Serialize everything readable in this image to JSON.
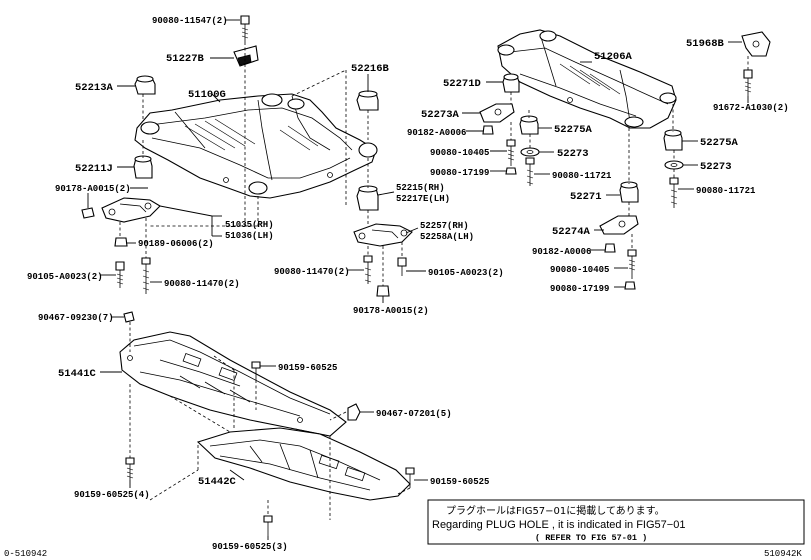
{
  "labels": {
    "l_90080_11547": "90080-11547(2)",
    "l_51227B": "51227B",
    "l_52213A": "52213A",
    "l_51100G": "51100G",
    "l_52216B": "52216B",
    "l_52211J": "52211J",
    "l_90178_a": "90178-A0015(2)",
    "l_51035": "51035(RH)",
    "l_51036": "51036(LH)",
    "l_90189": "90189-06006(2)",
    "l_90105_a": "90105-A0023(2)",
    "l_90080_11470a": "90080-11470(2)",
    "l_52215": "52215(RH)",
    "l_52217E": "52217E(LH)",
    "l_52257": "52257(RH)",
    "l_52258A": "52258A(LH)",
    "l_90080_11470b": "90080-11470(2)",
    "l_90105_b": "90105-A0023(2)",
    "l_90178_b": "90178-A0015(2)",
    "l_51206A": "51206A",
    "l_51968B": "51968B",
    "l_91672": "91672-A1030(2)",
    "l_52271D": "52271D",
    "l_52273A": "52273A",
    "l_90182_a": "90182-A0006",
    "l_52275A_a": "52275A",
    "l_90080_10405a": "90080-10405",
    "l_52273_a": "52273",
    "l_90080_17199a": "90080-17199",
    "l_90080_11721a": "90080-11721",
    "l_52275A_b": "52275A",
    "l_52273_b": "52273",
    "l_52271": "52271",
    "l_90080_11721b": "90080-11721",
    "l_52274A": "52274A",
    "l_90182_b": "90182-A0006",
    "l_90080_10405b": "90080-10405",
    "l_90080_17199b": "90080-17199",
    "l_90467_09230": "90467-09230(7)",
    "l_51441C": "51441C",
    "l_90159_60525a": "90159-60525",
    "l_90467_07201": "90467-07201(5)",
    "l_90159_60525b": "90159-60525(4)",
    "l_51442C": "51442C",
    "l_90159_60525c": "90159-60525",
    "l_90159_60525d": "90159-60525(3)"
  },
  "note": {
    "jp": "プラグホールはFIG57−01に掲載してあります。",
    "en": "Regarding PLUG HOLE , it is indicated in FIG57−01",
    "ref": "( REFER TO FIG 57-01 )"
  },
  "corners": {
    "bottom_left": "0-510942",
    "bottom_right": "510942K"
  }
}
